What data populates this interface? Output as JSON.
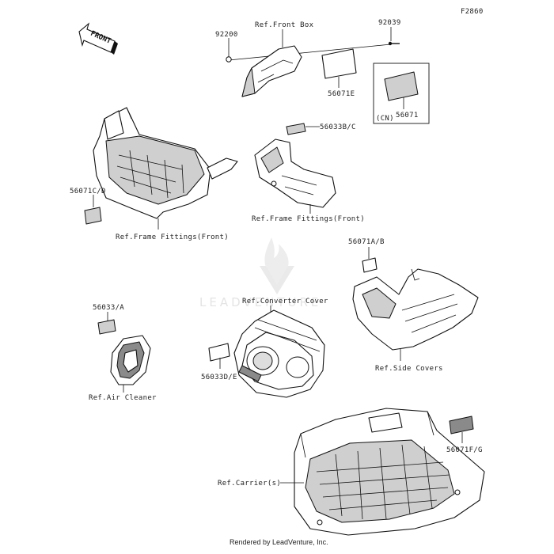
{
  "diagram_code": "F2860",
  "front_arrow_label": "FRONT",
  "watermark": "LEADVENTURE",
  "footer": "Rendered by LeadVenture, Inc.",
  "labels": {
    "ref_front_box": "Ref.Front Box",
    "p92200": "92200",
    "p92039": "92039",
    "p56071E": "56071E",
    "p56071_cn_mark": "(CN)",
    "p56071": "56071",
    "p56033BC": "56033B/C",
    "p56071CD": "56071C/D",
    "ref_frame_fittings_front_a": "Ref.Frame Fittings(Front)",
    "ref_frame_fittings_front_b": "Ref.Frame Fittings(Front)",
    "p56071AB": "56071A/B",
    "ref_converter_cover": "Ref.Converter Cover",
    "p56033A": "56033/A",
    "p56033DE": "56033D/E",
    "ref_air_cleaner": "Ref.Air Cleaner",
    "ref_side_covers": "Ref.Side Covers",
    "p56071FG": "56071F/G",
    "ref_carriers": "Ref.Carrier(s)"
  }
}
